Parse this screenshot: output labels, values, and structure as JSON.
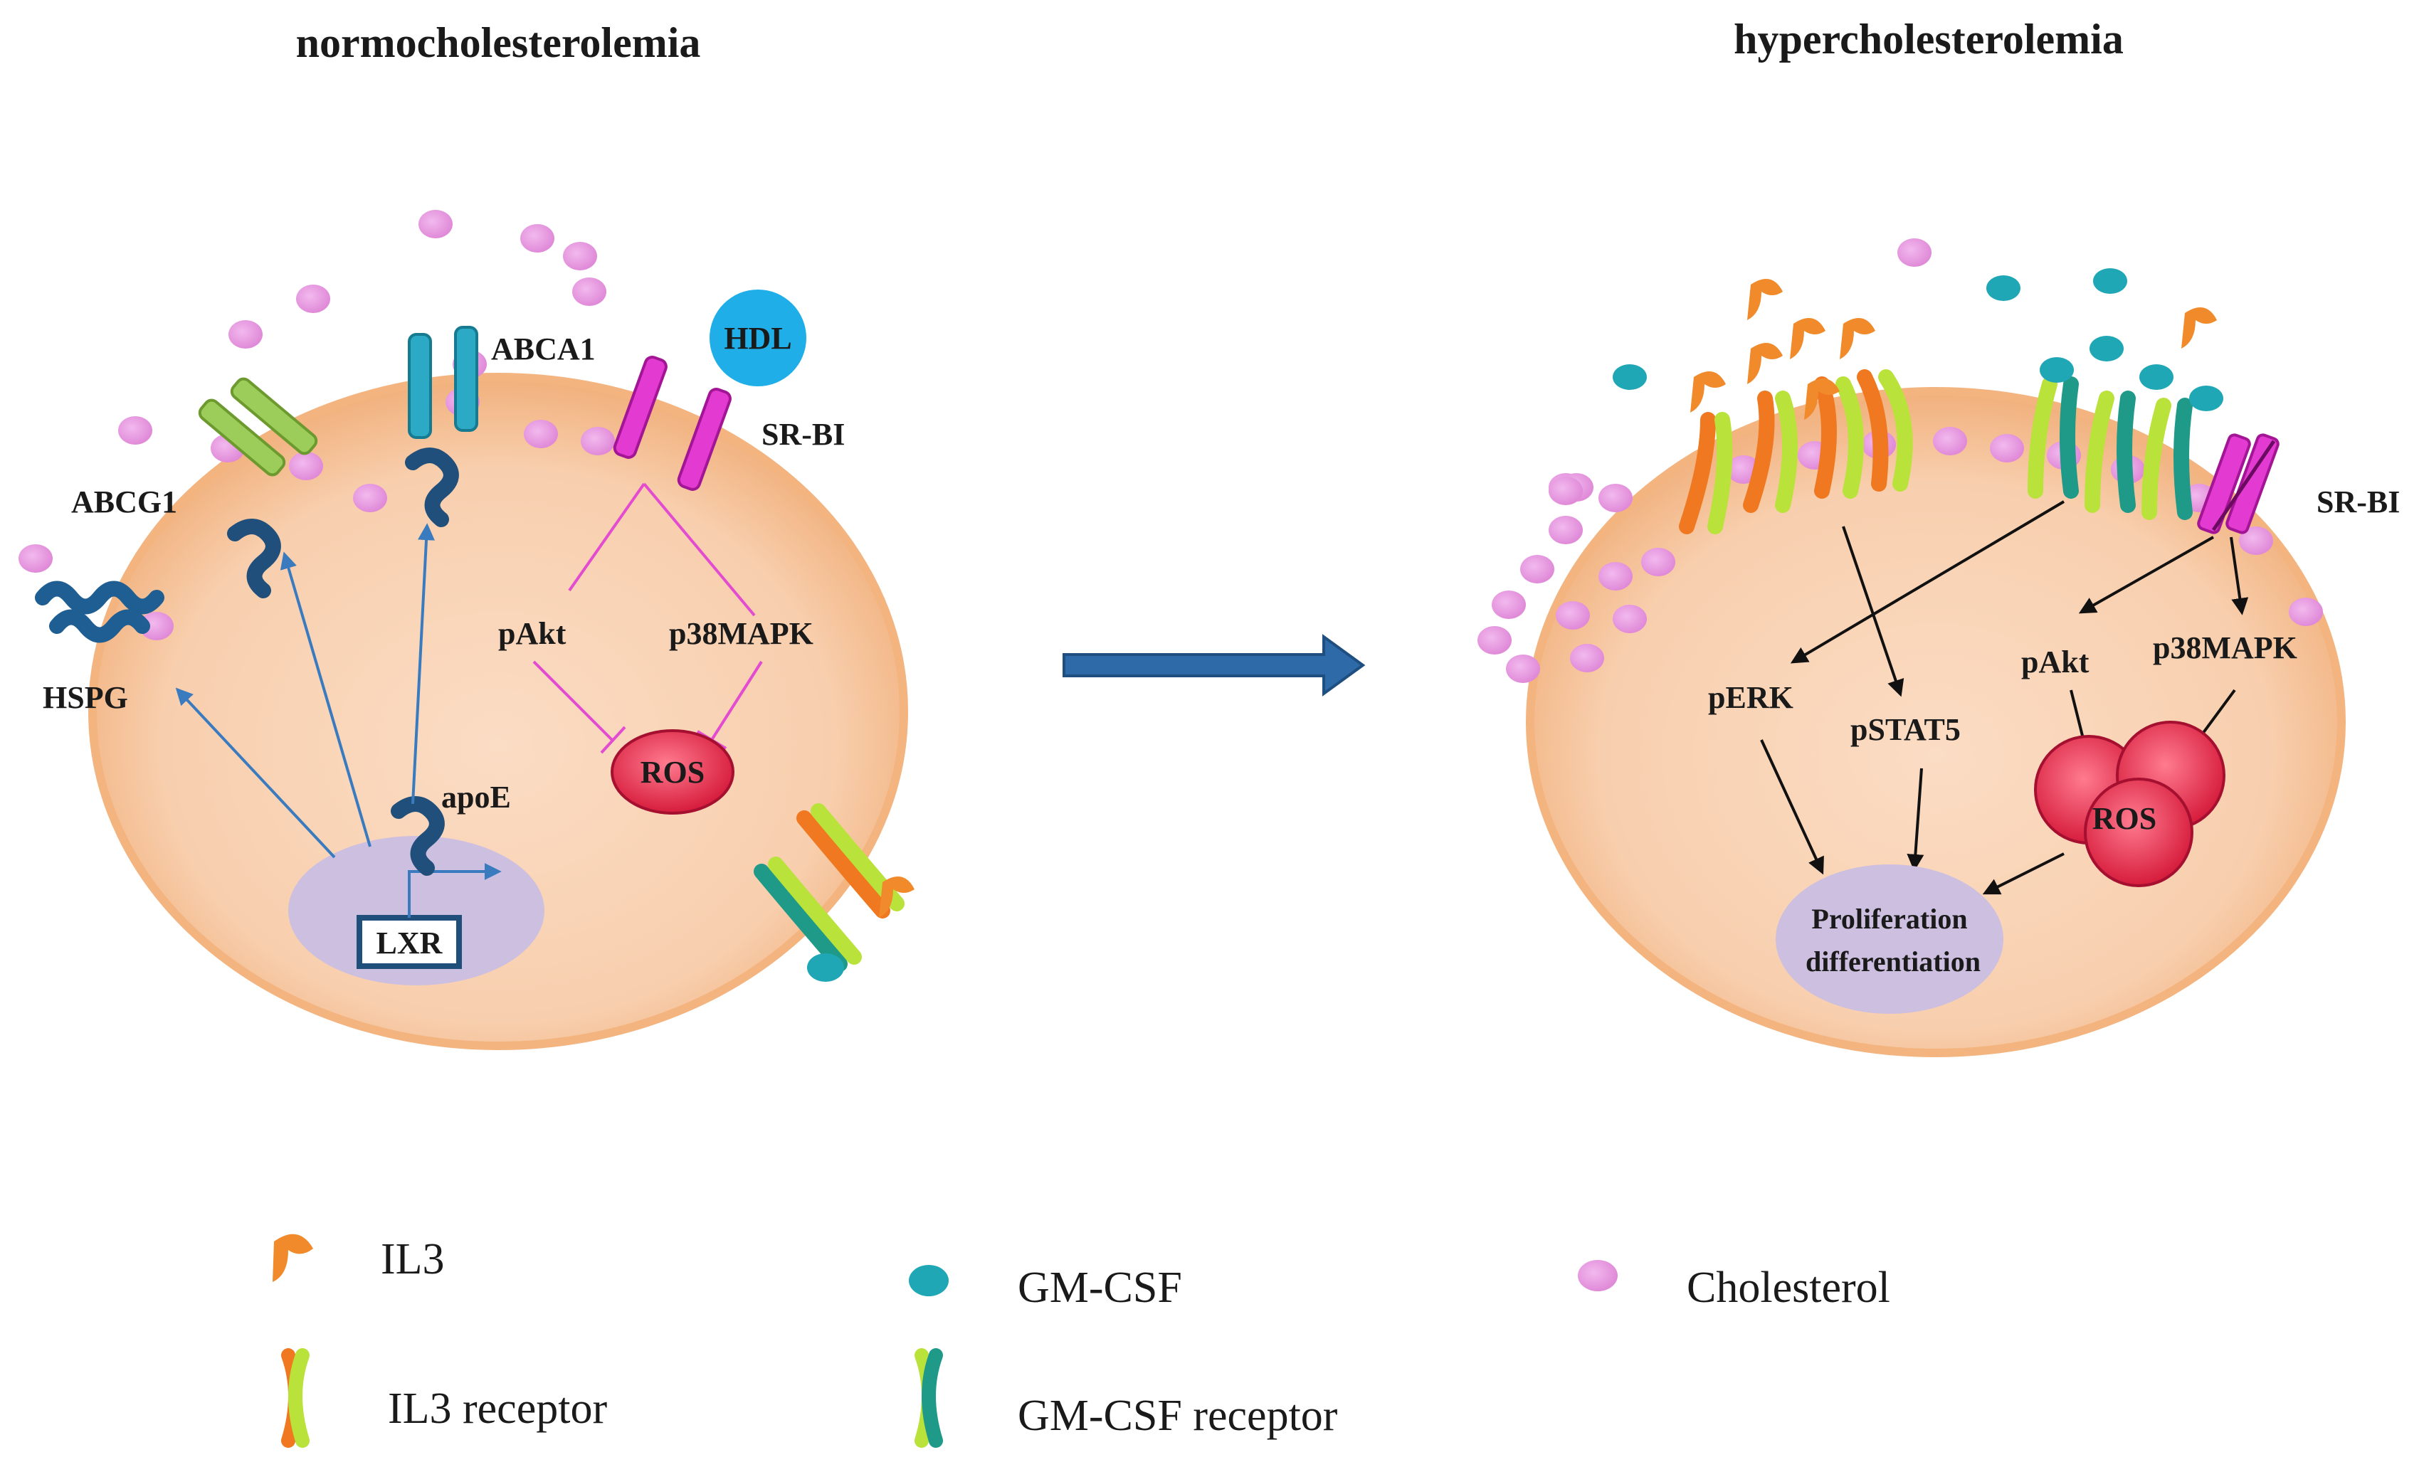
{
  "panels": {
    "left_title": "normocholesterolemia",
    "right_title": "hypercholesterolemia"
  },
  "left": {
    "abca1": "ABCA1",
    "hdl": "HDL",
    "srbi": "SR-BI",
    "abcg1": "ABCG1",
    "hspg": "HSPG",
    "pakt": "pAkt",
    "p38": "p38MAPK",
    "ros": "ROS",
    "apoe": "apoE",
    "lxr": "LXR"
  },
  "right": {
    "srbi": "SR-BI",
    "perk": "pERK",
    "pstat5": "pSTAT5",
    "pakt": "pAkt",
    "p38": "p38MAPK",
    "ros": "ROS",
    "prolif_line1": "Proliferation",
    "prolif_line2": "differentiation"
  },
  "legend": {
    "il3": "IL3",
    "il3_receptor": "IL3 receptor",
    "gmcsf": "GM-CSF",
    "gmcsf_receptor": "GM-CSF  receptor",
    "cholesterol": "Cholesterol"
  },
  "colors": {
    "cell_fill": "#f9d2b4",
    "cell_rim": "#f3b47f",
    "cholesterol": "#e59be0",
    "nucleus": "#cdbfe0",
    "ros": "#e8344f",
    "srbi": "#e33bd2",
    "abca1": "#2ca9c4",
    "abcg1": "#9ccd5a",
    "apoe": "#1f4f7a",
    "hdl": "#1faee8",
    "arrow_blue": "#3a7bbf",
    "big_arrow": "#2f6aa8",
    "inhibit": "#e34bd0",
    "il3": "#f08a2a",
    "gmcsf": "#20a7b5",
    "receptor_orange": "#f07820",
    "receptor_lime": "#b9e23a",
    "receptor_teal": "#1f9a88"
  }
}
